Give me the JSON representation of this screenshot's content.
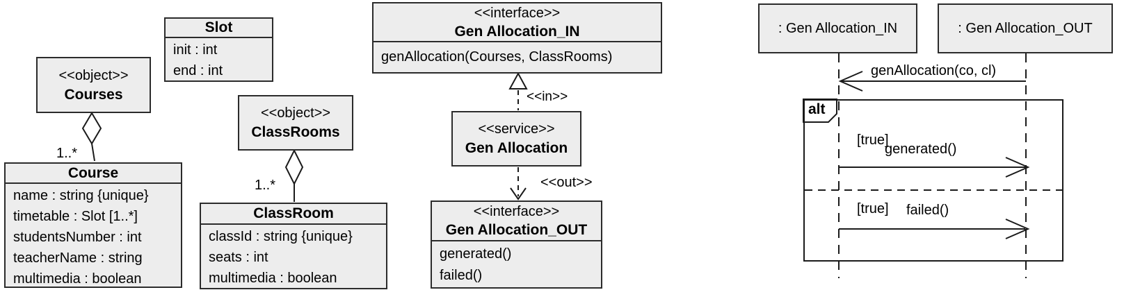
{
  "colors": {
    "background": "#ffffff",
    "box_fill": "#ededed",
    "box_border": "#2b2b2b",
    "line": "#1a1a1a",
    "text": "#000000"
  },
  "icons": {
    "aggregation": "hollow-diamond",
    "realization": "hollow-triangle",
    "dependency": "dashed-open-arrow",
    "message": "open-arrow"
  },
  "class_diagram": {
    "courses": {
      "stereotype": "<<object>>",
      "name": "Courses"
    },
    "slot": {
      "name": "Slot",
      "attributes": [
        "init : int",
        "end : int"
      ]
    },
    "classrooms": {
      "stereotype": "<<object>>",
      "name": "ClassRooms"
    },
    "course": {
      "name": "Course",
      "attributes": [
        "name : string {unique}",
        "timetable : Slot [1..*]",
        "studentsNumber : int",
        "teacherName : string",
        "multimedia : boolean"
      ]
    },
    "classroom": {
      "name": "ClassRoom",
      "attributes": [
        "classId : string {unique}",
        "seats : int",
        "multimedia : boolean"
      ]
    },
    "gen_allocation_in": {
      "stereotype": "<<interface>>",
      "name": "Gen Allocation_IN",
      "operations": [
        "genAllocation(Courses, ClassRooms)"
      ]
    },
    "gen_allocation_service": {
      "stereotype": "<<service>>",
      "name": "Gen Allocation"
    },
    "gen_allocation_out": {
      "stereotype": "<<interface>>",
      "name": "Gen Allocation_OUT",
      "operations": [
        "generated()",
        "failed()"
      ]
    },
    "multiplicities": {
      "courses_course": "1..*",
      "classrooms_classroom": "1..*"
    },
    "edge_labels": {
      "in": "<<in>>",
      "out": "<<out>>"
    }
  },
  "sequence_diagram": {
    "lifelines": [
      {
        "label": ": Gen Allocation_IN"
      },
      {
        "label": ": Gen Allocation_OUT"
      }
    ],
    "fragment": {
      "operator": "alt"
    },
    "messages": [
      {
        "label": "genAllocation(co, cl)"
      },
      {
        "guard": "[true]",
        "label": "generated()"
      },
      {
        "guard": "[true]",
        "label": "failed()"
      }
    ]
  }
}
